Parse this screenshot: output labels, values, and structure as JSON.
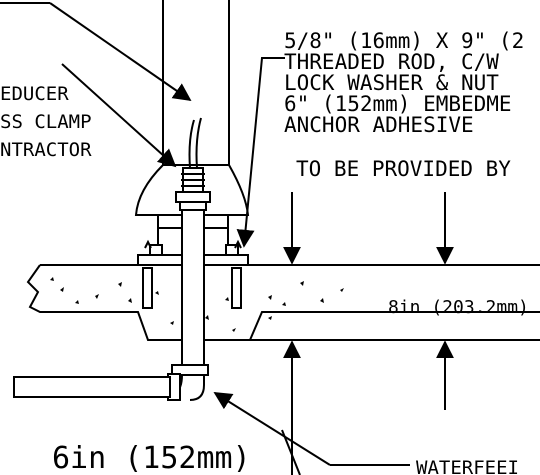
{
  "labels": {
    "rod_line1": "5/8\" (16mm) X 9\" (2",
    "rod_line2": "THREADED ROD, C/W",
    "rod_line3": "LOCK WASHER & NUT",
    "rod_line4": "6\" (152mm) EMBEDME",
    "rod_line5": "ANCHOR ADHESIVE",
    "provided_by": "TO BE PROVIDED BY",
    "reducer_line1": "EDUCER",
    "reducer_line2": "SS CLAMP",
    "reducer_line3": "NTRACTOR",
    "slab_thickness": "8in (203.2mm)",
    "pipe_dim": "6in (152mm)",
    "waterfeed": "WATERFEEI"
  }
}
